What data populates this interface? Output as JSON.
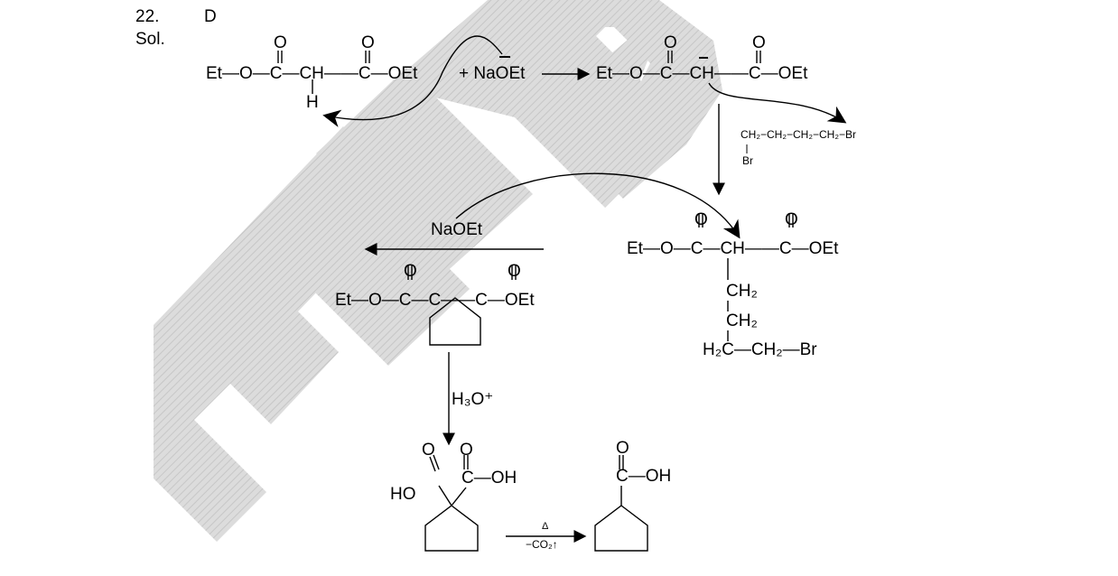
{
  "question": {
    "number": "22.",
    "answer": "D",
    "solution_label": "Sol."
  },
  "colors": {
    "watermark": "#c8c8c8",
    "ink": "#000000"
  },
  "watermark": {
    "logo": "FIITJEE-style large diagonal letters (decorative watermark)"
  },
  "step1": {
    "reactant_left": "Et—O—C—CH——C—OEt",
    "h_label": "H",
    "plus_reagent": "+ NaOEt",
    "product": "Et—O—C—CH——C—OEt",
    "o_label": "O"
  },
  "reagent_alkyl": {
    "line1": "CH₂−CH₂−CH₂−CH₂−Br",
    "line2": "Br"
  },
  "intermediate": {
    "main": "Et—O—C—CH——C—OEt",
    "ch2_a": "CH₂",
    "ch2_b": "CH₂",
    "bottom": "H₂C—CH₂—Br"
  },
  "cyclization": {
    "reagent": "NaOEt",
    "product": "Et—O—C—C——C—OEt"
  },
  "hydrolysis": {
    "reagent": "H₃O⁺",
    "diacid_left": "HO",
    "diacid_right": "C—OH"
  },
  "decarboxylation": {
    "condition_top": "Δ",
    "condition_bottom": "−CO₂↑",
    "product": "C—OH"
  }
}
